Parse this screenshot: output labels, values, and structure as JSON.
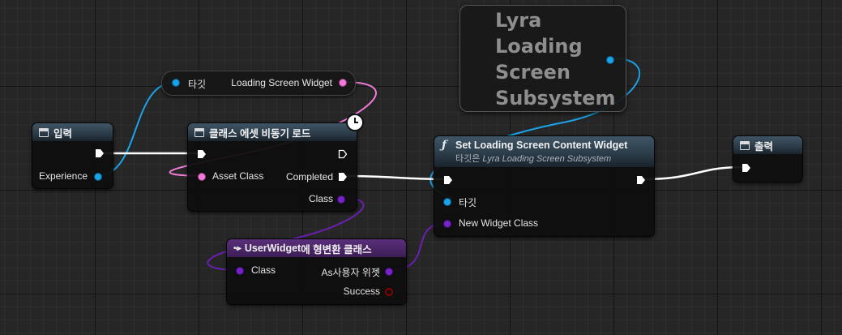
{
  "colors": {
    "exec": "#ffffff",
    "object_ref": "#1aa3e8",
    "soft_class": "#f27ad8",
    "class": "#7722cc",
    "success_bool": "#8a0000"
  },
  "input_node": {
    "title": "입력",
    "pin_experience": "Experience",
    "icon": "macro-icon"
  },
  "target_getter": {
    "target_label": "타깃",
    "output_label": "Loading Screen Widget"
  },
  "lyra_text": {
    "text": "Lyra\nLoading\nScreen\nSubsystem"
  },
  "async_load": {
    "title": "클래스 에셋 비동기 로드",
    "asset_class_label": "Asset Class",
    "completed_label": "Completed",
    "class_label": "Class",
    "icon": "clock-icon"
  },
  "set_widget": {
    "title": "Set Loading Screen Content Widget",
    "subtitle_prefix": "타깃은 ",
    "subtitle_italic": "Lyra Loading Screen Subsystem",
    "target_label": "타깃",
    "new_widget_class_label": "New Widget Class",
    "icon": "function-icon"
  },
  "output_node": {
    "title": "출력",
    "icon": "macro-icon"
  },
  "cast_node": {
    "title_bold": "UserWidget",
    "title_rest": "에 형변환 클래스",
    "class_label": "Class",
    "as_label": "As사용자 위젯",
    "success_label": "Success",
    "icon": "cast-icon"
  }
}
